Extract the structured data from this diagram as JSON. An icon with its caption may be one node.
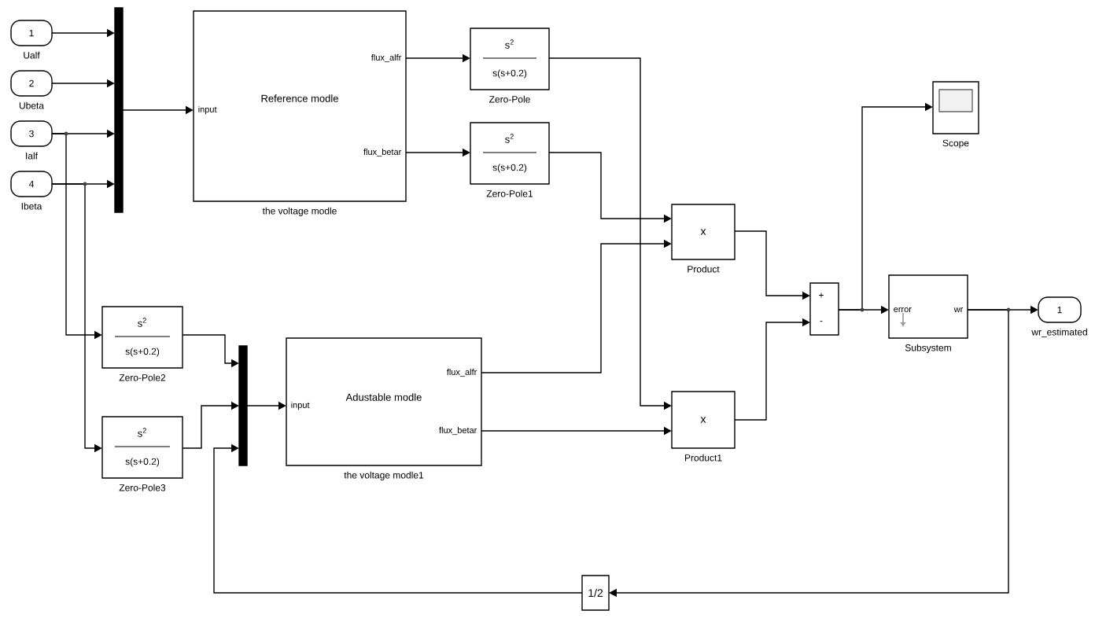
{
  "diagram": {
    "nodes": [
      {
        "text": [
          "1"
        ],
        "beside": [
          "Ualf"
        ]
      },
      {
        "text": [
          "2"
        ],
        "beside": [
          "Ubeta"
        ]
      },
      {
        "text": [
          "3"
        ],
        "beside": [
          "Ialf"
        ]
      },
      {
        "text": [
          "4"
        ],
        "beside": [
          "Ibeta"
        ]
      },
      {
        "text": [],
        "shape": "bar"
      },
      {
        "text": [
          "input",
          "Reference modle",
          "flux_alfr",
          "flux_betar"
        ],
        "beside": [
          "the voltage modle"
        ]
      },
      {
        "text": [
          "s$^{2}$",
          "s(s+0.2)"
        ],
        "beside": [
          "Zero-Pole"
        ]
      },
      {
        "text": [
          "s$^{2}$",
          "s(s+0.2)"
        ],
        "beside": [
          "Zero-Pole1"
        ]
      },
      {
        "text": [
          "x"
        ],
        "beside": [
          "Product"
        ]
      },
      {
        "text": [
          "x"
        ],
        "beside": [
          "Product1"
        ]
      },
      {
        "text": [
          "+",
          "-"
        ]
      },
      {
        "text": [],
        "shape": "box",
        "beside": [
          "Scope"
        ]
      },
      {
        "text": [
          "error",
          "wr"
        ],
        "beside": [
          "Subsystem"
        ]
      },
      {
        "text": [
          "1"
        ],
        "beside": [
          "wr_estimated"
        ]
      },
      {
        "text": [
          "s$^{2}$",
          "s(s+0.2)"
        ],
        "beside": [
          "Zero-Pole2"
        ]
      },
      {
        "text": [
          "s$^{2}$",
          "s(s+0.2)"
        ],
        "beside": [
          "Zero-Pole3"
        ]
      },
      {
        "text": [],
        "shape": "bar"
      },
      {
        "text": [
          "input",
          "Adustable modle",
          "flux_alfr",
          "flux_betar"
        ],
        "beside": [
          "the voltage modle1"
        ]
      },
      {
        "text": [
          "1/2"
        ]
      }
    ],
    "edges": [
      {
        "from": 0,
        "to": 4,
        "arrow": "to"
      },
      {
        "from": 1,
        "to": 4,
        "arrow": "to"
      },
      {
        "from": 2,
        "to": 4,
        "arrow": "to"
      },
      {
        "from": 3,
        "to": 4,
        "arrow": "to"
      },
      {
        "from": 4,
        "to": 5,
        "arrow": "to"
      },
      {
        "from": 5,
        "to": 6,
        "arrow": "to"
      },
      {
        "from": 5,
        "to": 7,
        "arrow": "to"
      },
      {
        "from": 6,
        "to": 9,
        "arrow": "to"
      },
      {
        "from": 7,
        "to": 8,
        "arrow": "to"
      },
      {
        "from": 17,
        "to": 8,
        "arrow": "to"
      },
      {
        "from": 17,
        "to": 9,
        "arrow": "to"
      },
      {
        "from": 8,
        "to": 10,
        "arrow": "to"
      },
      {
        "from": 9,
        "to": 10,
        "arrow": "to"
      },
      {
        "from": 10,
        "to": 12,
        "arrow": "to"
      },
      {
        "from": 10,
        "to": 11,
        "arrow": "to"
      },
      {
        "from": 12,
        "to": 13,
        "arrow": "to"
      },
      {
        "from": 12,
        "to": 18,
        "arrow": "to"
      },
      {
        "from": 18,
        "to": 16,
        "arrow": "to"
      },
      {
        "from": 2,
        "to": 14,
        "arrow": "to"
      },
      {
        "from": 3,
        "to": 15,
        "arrow": "to"
      },
      {
        "from": 14,
        "to": 16,
        "arrow": "to"
      },
      {
        "from": 15,
        "to": 16,
        "arrow": "to"
      },
      {
        "from": 16,
        "to": 17,
        "arrow": "to"
      }
    ]
  }
}
